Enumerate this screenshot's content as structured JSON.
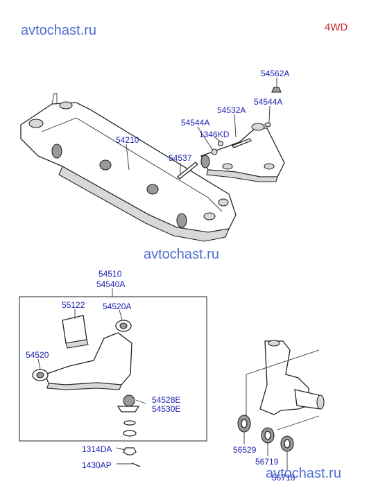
{
  "watermarks": [
    "avtochast.ru",
    "avtochast.ru",
    "avtochast.ru"
  ],
  "variant": "4WD",
  "labels": {
    "p54562A": "54562A",
    "p54544A_r": "54544A",
    "p54532A": "54532A",
    "p54544A_l": "54544A",
    "p1346KD": "1346KD",
    "p54210": "54210",
    "p54537": "54537",
    "p54510": "54510",
    "p54540A": "54540A",
    "p55122": "55122",
    "p54520A": "54520A",
    "p54520": "54520",
    "p54528E": "54528E",
    "p54530E": "54530E",
    "p1314DA": "1314DA",
    "p1430AP": "1430AP",
    "p56529": "56529",
    "p56719": "56719",
    "p56718": "56718"
  },
  "colors": {
    "label": "#1a1fb0",
    "watermark": "#4d6fd0",
    "variant": "#d42020"
  }
}
